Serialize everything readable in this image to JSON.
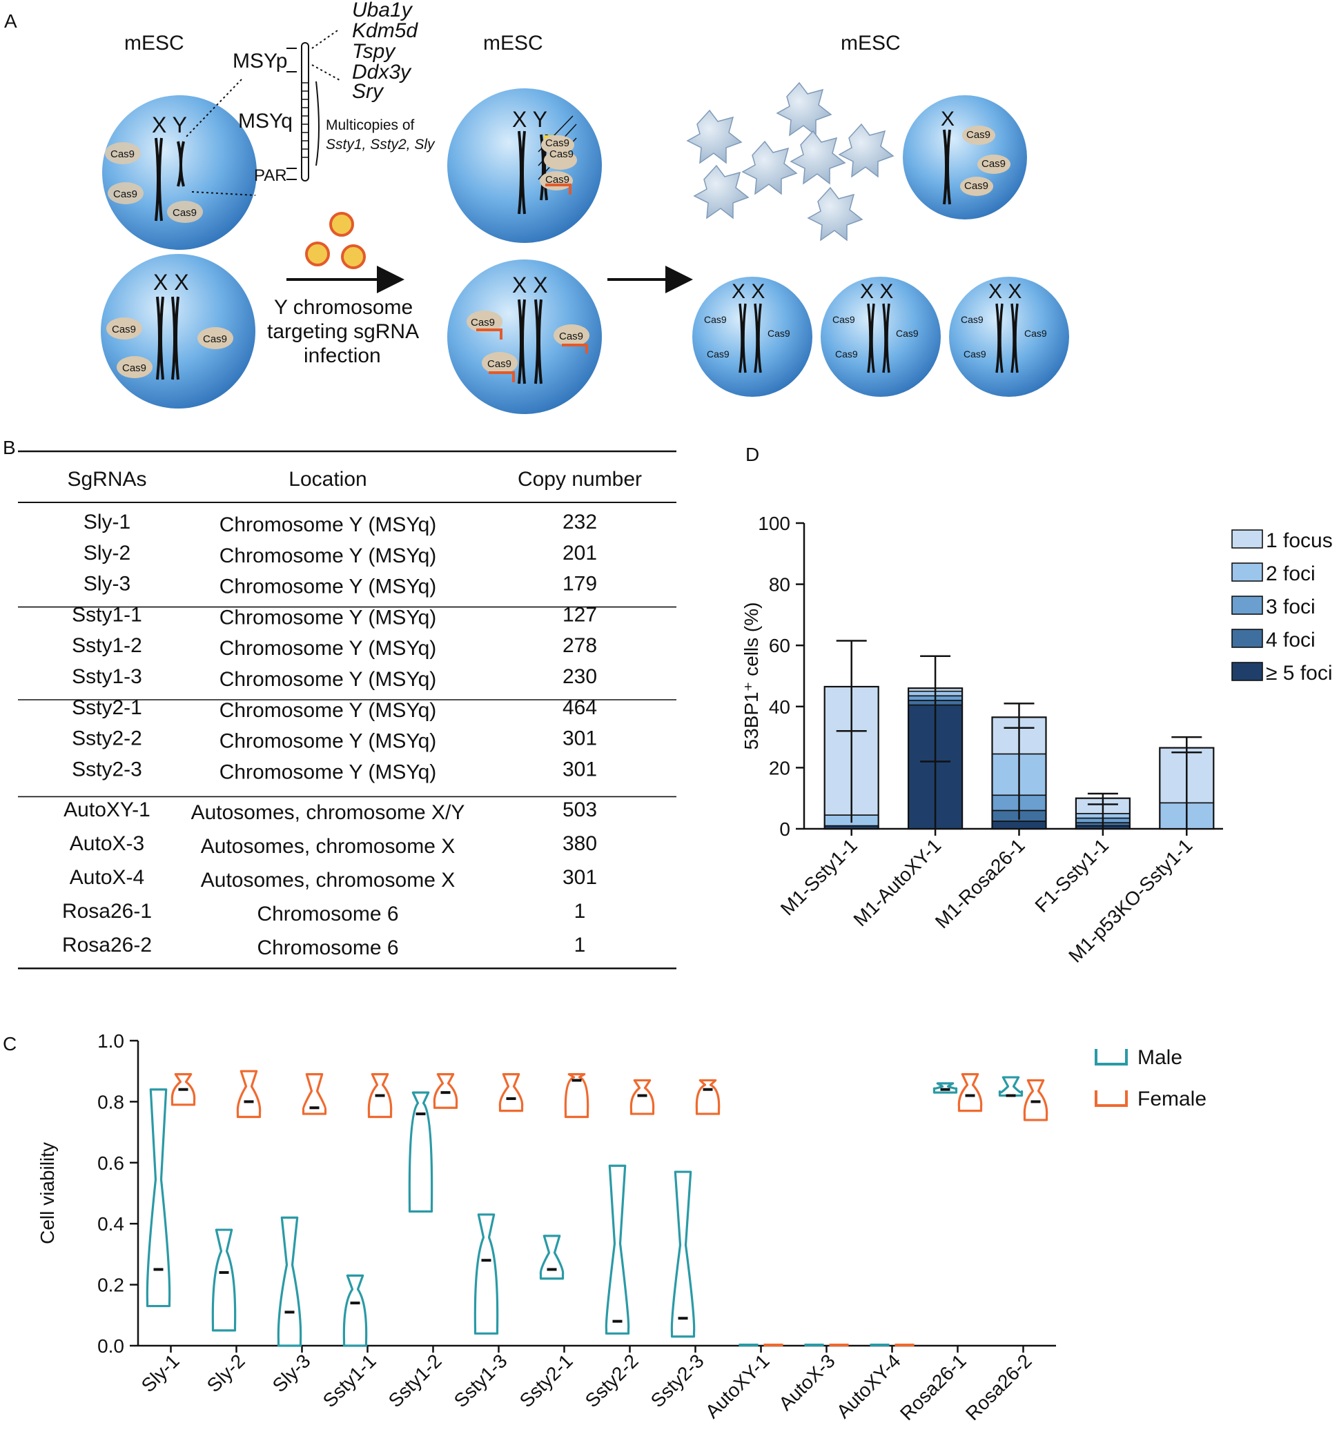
{
  "panelA": {
    "letter": "A",
    "cell_label": "mESC",
    "cas9": "Cas9",
    "chrom_xy": "X Y",
    "chrom_xx": "X X",
    "chrom_x": "X",
    "msyp": "MSYp",
    "msyq": "MSYq",
    "par": "PAR",
    "genes": [
      "Uba1y",
      "Kdm5d",
      "Tspy",
      "Ddx3y",
      "Sry"
    ],
    "multicopy_line1": "Multicopies of",
    "multicopy_line2": "Ssty1, Ssty2, Sly",
    "arrow_text": [
      "Y chromosome",
      "targeting sgRNA",
      "infection"
    ]
  },
  "panelB": {
    "letter": "B",
    "headers": [
      "SgRNAs",
      "Location",
      "Copy number"
    ],
    "groups": [
      [
        [
          "Sly-1",
          "Chromosome Y (MSYq)",
          "232"
        ],
        [
          "Sly-2",
          "Chromosome Y (MSYq)",
          "201"
        ],
        [
          "Sly-3",
          "Chromosome Y (MSYq)",
          "179"
        ]
      ],
      [
        [
          "Ssty1-1",
          "Chromosome Y (MSYq)",
          "127"
        ],
        [
          "Ssty1-2",
          "Chromosome Y (MSYq)",
          "278"
        ],
        [
          "Ssty1-3",
          "Chromosome Y (MSYq)",
          "230"
        ]
      ],
      [
        [
          "Ssty2-1",
          "Chromosome Y (MSYq)",
          "464"
        ],
        [
          "Ssty2-2",
          "Chromosome Y (MSYq)",
          "301"
        ],
        [
          "Ssty2-3",
          "Chromosome Y (MSYq)",
          "301"
        ]
      ],
      [
        [
          "AutoXY-1",
          "Autosomes, chromosome X/Y",
          "503"
        ],
        [
          "AutoX-3",
          "Autosomes, chromosome X",
          "380"
        ],
        [
          "AutoX-4",
          "Autosomes, chromosome X",
          "301"
        ],
        [
          "Rosa26-1",
          "Chromosome 6",
          "1"
        ],
        [
          "Rosa26-2",
          "Chromosome 6",
          "1"
        ]
      ]
    ]
  },
  "chart_data": [
    {
      "panel": "D",
      "type": "bar",
      "stacked": true,
      "ylabel": "53BP1⁺ cells (%)",
      "ylim": [
        0,
        100
      ],
      "yticks": [
        0,
        20,
        40,
        60,
        80,
        100
      ],
      "categories": [
        "M1-Ssty1-1",
        "M1-AutoXY-1",
        "M1-Rosa26-1",
        "F1-Ssty1-1",
        "M1-p53KO-Ssty1-1"
      ],
      "series": [
        {
          "name": "1 focus",
          "color": "#c7dcf2",
          "values": [
            42,
            1,
            12,
            5,
            18
          ]
        },
        {
          "name": "2 foci",
          "color": "#9cc5ec",
          "values": [
            3.5,
            1.5,
            13.5,
            1.5,
            8.5
          ]
        },
        {
          "name": "3 foci",
          "color": "#6a9fcf",
          "values": [
            0,
            1.5,
            5,
            1.5,
            0
          ]
        },
        {
          "name": "4 foci",
          "color": "#3f6f9f",
          "values": [
            0,
            1.5,
            3.5,
            1,
            0
          ]
        },
        {
          "name": "≥ 5 foci",
          "color": "#1f3f6a",
          "values": [
            1,
            40.5,
            2.5,
            1,
            0
          ]
        }
      ],
      "totals": [
        46.5,
        46,
        36.5,
        10,
        26.5
      ],
      "legend_position": "top-right"
    },
    {
      "panel": "C",
      "type": "violin",
      "ylabel": "Cell viability",
      "ylim": [
        0,
        1.0
      ],
      "yticks": [
        "0.0",
        "0.2",
        "0.4",
        "0.6",
        "0.8",
        "1.0"
      ],
      "categories": [
        "Sly-1",
        "Sly-2",
        "Sly-3",
        "Ssty1-1",
        "Ssty1-2",
        "Ssty1-3",
        "Ssty2-1",
        "Ssty2-2",
        "Ssty2-3",
        "AutoXY-1",
        "AutoX-3",
        "AutoXY-4",
        "Rosa26-1",
        "Rosa26-2"
      ],
      "series": [
        {
          "name": "Male",
          "color": "#2a9aa6",
          "min": [
            0.13,
            0.05,
            0.0,
            0.0,
            0.44,
            0.04,
            0.22,
            0.04,
            0.03,
            0,
            0,
            0,
            0.83,
            0.82
          ],
          "median": [
            0.25,
            0.24,
            0.11,
            0.14,
            0.76,
            0.28,
            0.25,
            0.08,
            0.09,
            0,
            0,
            0,
            0.84,
            0.82
          ],
          "max": [
            0.84,
            0.38,
            0.42,
            0.23,
            0.83,
            0.43,
            0.36,
            0.59,
            0.57,
            0,
            0,
            0,
            0.86,
            0.88
          ]
        },
        {
          "name": "Female",
          "color": "#ef6a2f",
          "min": [
            0.79,
            0.75,
            0.76,
            0.75,
            0.78,
            0.77,
            0.75,
            0.76,
            0.76,
            0,
            0,
            0,
            0.77,
            0.74
          ],
          "median": [
            0.84,
            0.8,
            0.78,
            0.82,
            0.83,
            0.81,
            0.87,
            0.82,
            0.84,
            0,
            0,
            0,
            0.82,
            0.8
          ],
          "max": [
            0.89,
            0.9,
            0.89,
            0.89,
            0.89,
            0.89,
            0.89,
            0.87,
            0.87,
            0,
            0,
            0,
            0.89,
            0.87
          ]
        }
      ],
      "legend_position": "top-right"
    }
  ],
  "panel_letters": {
    "C": "C",
    "D": "D"
  }
}
